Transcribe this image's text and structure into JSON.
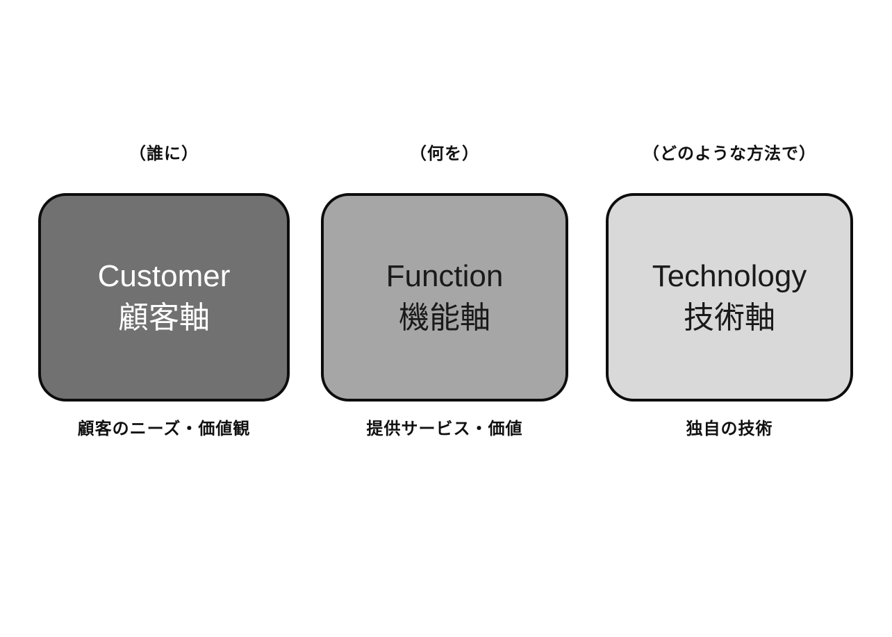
{
  "diagram": {
    "title": "Customer / Function / Technology axes diagram",
    "background_color": "#ffffff",
    "border_color": "#0d0d0d",
    "columns": [
      {
        "question": "（誰に）",
        "title_en": "Customer",
        "title_ja": "顧客軸",
        "description": "顧客のニーズ・価値観",
        "box_color": "#717171",
        "text_color": "#ffffff"
      },
      {
        "question": "（何を）",
        "title_en": "Function",
        "title_ja": "機能軸",
        "description": "提供サービス・価値",
        "box_color": "#a6a6a6",
        "text_color": "#1a1a1a"
      },
      {
        "question": "（どのような方法で）",
        "title_en": "Technology",
        "title_ja": "技術軸",
        "description": "独自の技術",
        "box_color": "#d9d9d9",
        "text_color": "#1a1a1a"
      }
    ]
  }
}
